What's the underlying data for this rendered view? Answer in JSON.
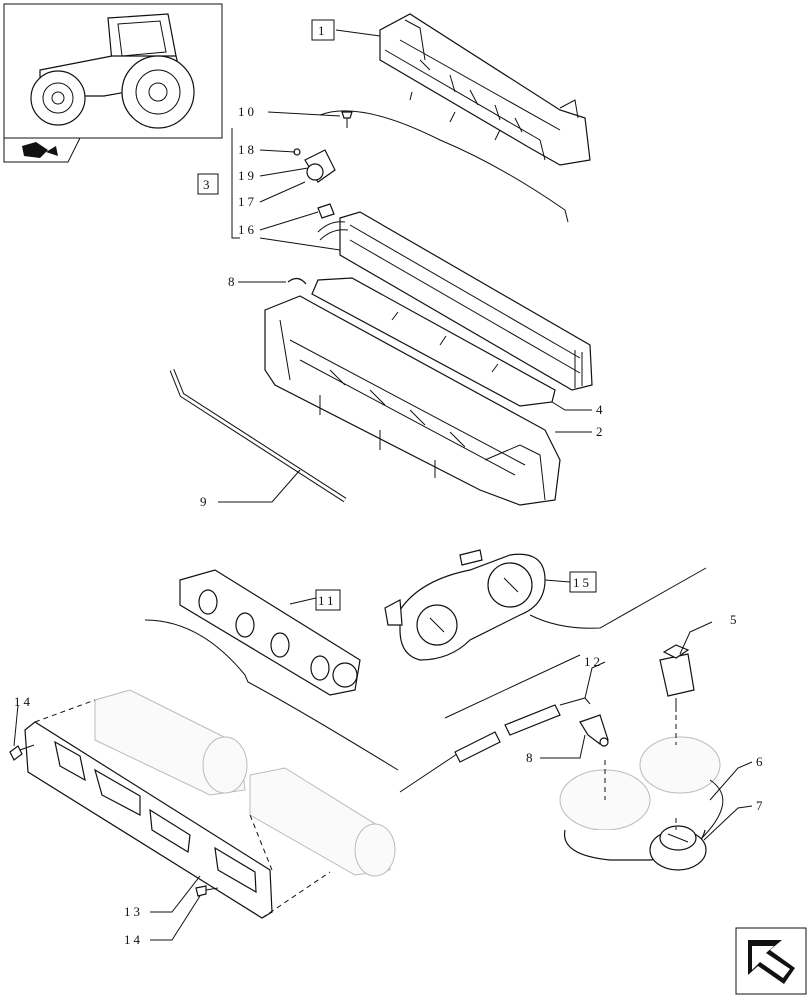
{
  "callouts": [
    {
      "id": "c1",
      "text": "1",
      "boxed": true
    },
    {
      "id": "c10",
      "text": "10",
      "boxed": false
    },
    {
      "id": "c3",
      "text": "3",
      "boxed": true
    },
    {
      "id": "c18",
      "text": "18",
      "boxed": false
    },
    {
      "id": "c19",
      "text": "19",
      "boxed": false
    },
    {
      "id": "c17",
      "text": "17",
      "boxed": false
    },
    {
      "id": "c16",
      "text": "16",
      "boxed": false
    },
    {
      "id": "c8a",
      "text": "8",
      "boxed": false
    },
    {
      "id": "c4",
      "text": "4",
      "boxed": false
    },
    {
      "id": "c2",
      "text": "2",
      "boxed": false
    },
    {
      "id": "c9",
      "text": "9",
      "boxed": false
    },
    {
      "id": "c11",
      "text": "11",
      "boxed": true
    },
    {
      "id": "c15",
      "text": "15",
      "boxed": true
    },
    {
      "id": "c5",
      "text": "5",
      "boxed": false
    },
    {
      "id": "c12",
      "text": "12",
      "boxed": false
    },
    {
      "id": "c14a",
      "text": "14",
      "boxed": false
    },
    {
      "id": "c8b",
      "text": "8",
      "boxed": false
    },
    {
      "id": "c6",
      "text": "6",
      "boxed": false
    },
    {
      "id": "c7",
      "text": "7",
      "boxed": false
    },
    {
      "id": "c13",
      "text": "13",
      "boxed": false
    },
    {
      "id": "c14b",
      "text": "14",
      "boxed": false
    }
  ],
  "icons": {
    "thumbnail": "tractor-icon",
    "section_tab": "section-tab-icon",
    "navigation": "next-page-arrow-icon"
  },
  "colors": {
    "line": "#111111",
    "ghost_part": "#bbbbbb",
    "background": "#ffffff"
  }
}
